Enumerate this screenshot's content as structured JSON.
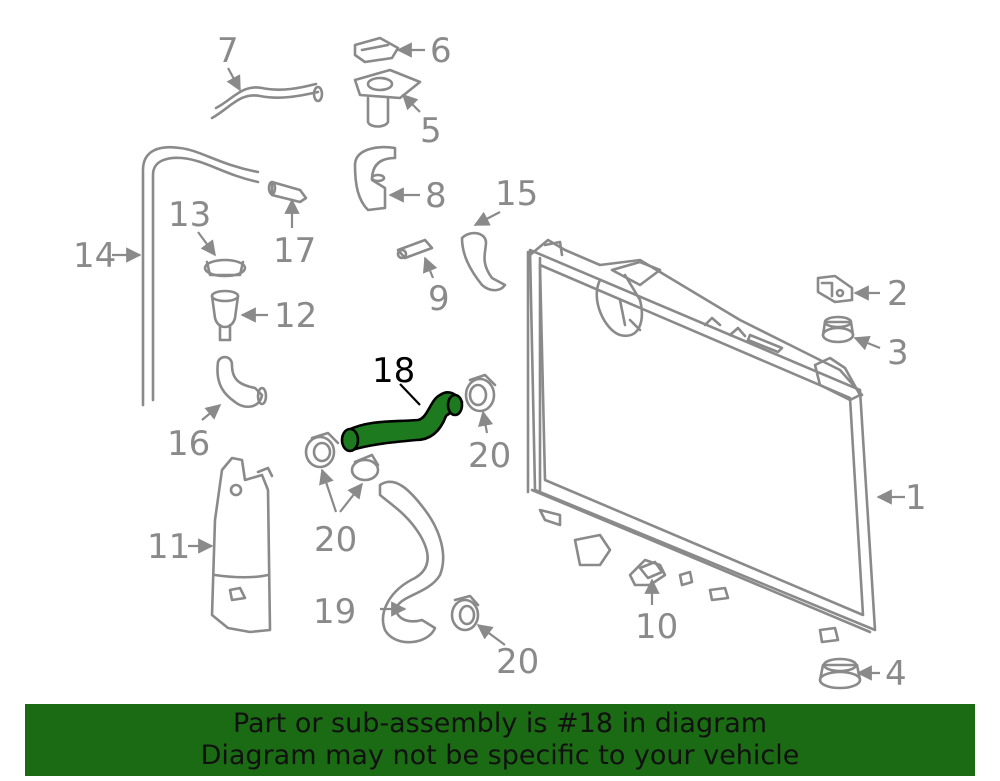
{
  "colors": {
    "line": "#8a8a8a",
    "highlight_fill": "#1e7a1e",
    "banner_bg": "#1a6b13",
    "banner_text": "#111111"
  },
  "callouts": [
    {
      "id": "c1",
      "text": "1"
    },
    {
      "id": "c2",
      "text": "2"
    },
    {
      "id": "c3",
      "text": "3"
    },
    {
      "id": "c4",
      "text": "4"
    },
    {
      "id": "c5",
      "text": "5"
    },
    {
      "id": "c6",
      "text": "6"
    },
    {
      "id": "c7",
      "text": "7"
    },
    {
      "id": "c8",
      "text": "8"
    },
    {
      "id": "c9",
      "text": "9"
    },
    {
      "id": "c10",
      "text": "10"
    },
    {
      "id": "c11",
      "text": "11"
    },
    {
      "id": "c12",
      "text": "12"
    },
    {
      "id": "c13",
      "text": "13"
    },
    {
      "id": "c14",
      "text": "14"
    },
    {
      "id": "c15",
      "text": "15"
    },
    {
      "id": "c16",
      "text": "16"
    },
    {
      "id": "c17",
      "text": "17"
    },
    {
      "id": "c18",
      "text": "18"
    },
    {
      "id": "c19",
      "text": "19"
    },
    {
      "id": "c20a",
      "text": "20"
    },
    {
      "id": "c20b",
      "text": "20"
    },
    {
      "id": "c20c",
      "text": "20"
    }
  ],
  "highlighted_part": "18",
  "banner": {
    "line1": "Part or sub-assembly is #18 in diagram",
    "line2": "Diagram may not be specific to your vehicle"
  }
}
